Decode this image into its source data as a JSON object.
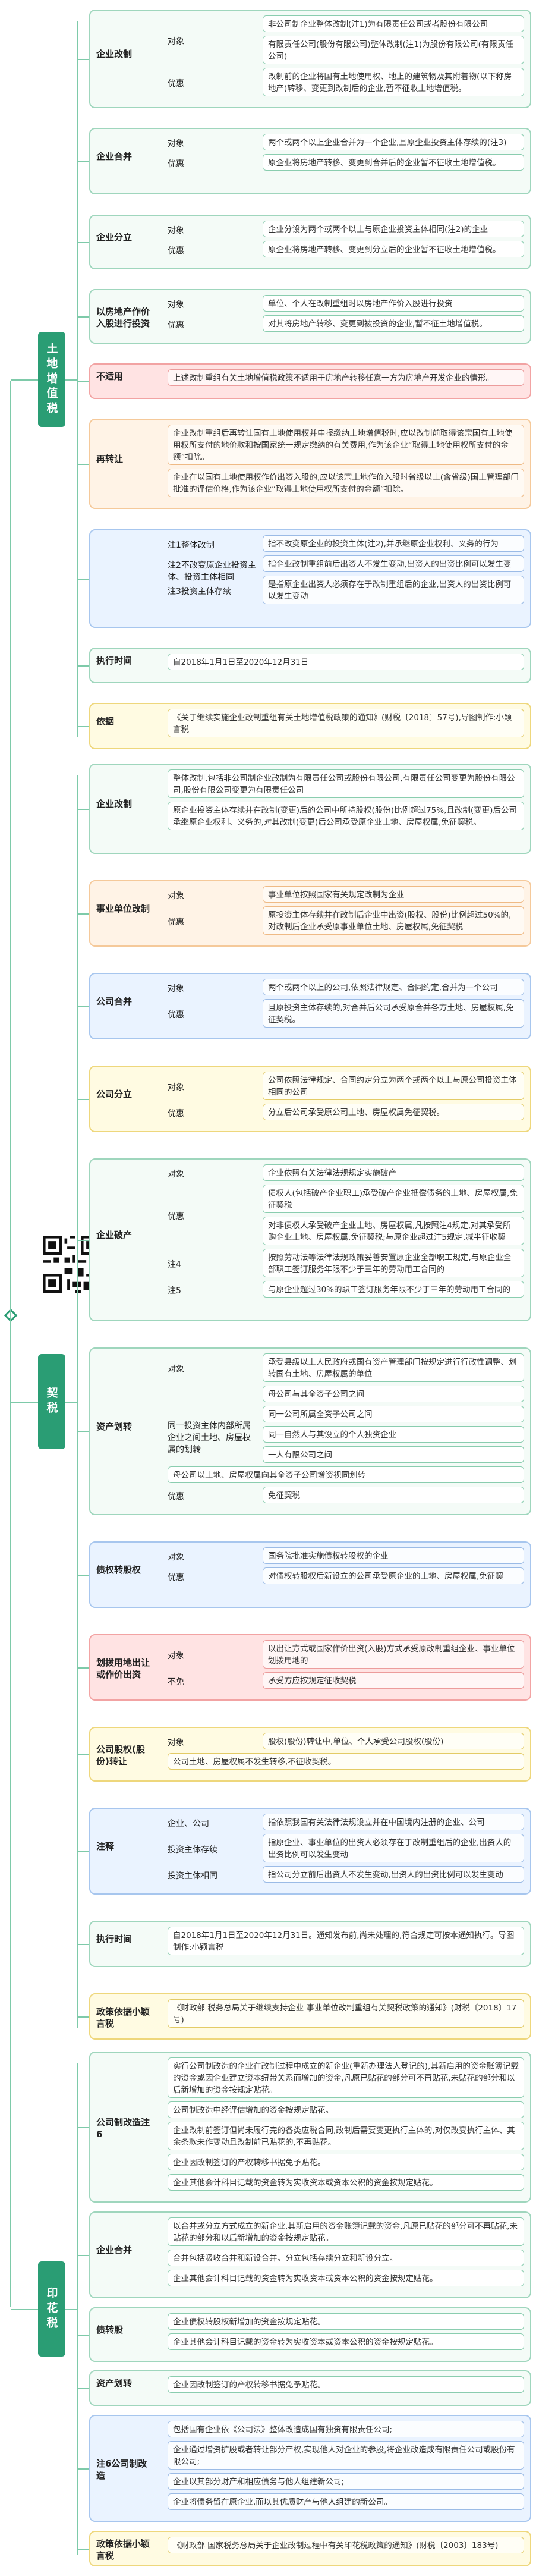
{
  "title_root": "",
  "taxes": [
    {
      "name": "土地增值税",
      "blocks": [
        {
          "label": "企业改制",
          "color": "green",
          "items": [
            {
              "role": "对象",
              "texts": [
                "非公司制企业整体改制(注1)为有限责任公司或者股份有限公司",
                "有限责任公司(股份有限公司)整体改制(注1)为股份有限公司(有限责任公司)"
              ]
            },
            {
              "role": "优惠",
              "texts": [
                "改制前的企业将国有土地使用权、地上的建筑物及其附着物(以下称房地产)转移、变更到改制后的企业,暂不征收土地增值税。"
              ]
            }
          ]
        },
        {
          "label": "企业合并",
          "color": "green",
          "items": [
            {
              "role": "对象",
              "texts": [
                "两个或两个以上企业合并为一个企业,且原企业投资主体存续的(注3)"
              ]
            },
            {
              "role": "优惠",
              "texts": [
                "原企业将房地产转移、变更到合并后的企业暂不征收土地增值税。"
              ]
            }
          ]
        },
        {
          "label": "企业分立",
          "color": "green",
          "items": [
            {
              "role": "对象",
              "texts": [
                "企业分设为两个或两个以上与原企业投资主体相同(注2)的企业"
              ]
            },
            {
              "role": "优惠",
              "texts": [
                "原企业将房地产转移、变更到分立后的企业暂不征收土地增值税。"
              ]
            }
          ]
        },
        {
          "label": "以房地产作价入股进行投资",
          "color": "green",
          "items": [
            {
              "role": "对象",
              "texts": [
                "单位、个人在改制重组时以房地产作价入股进行投资"
              ]
            },
            {
              "role": "优惠",
              "texts": [
                "对其将房地产转移、变更到被投资的企业,暂不征土地增值税。"
              ]
            }
          ]
        },
        {
          "label": "不适用",
          "color": "pink",
          "items": [
            {
              "role": "",
              "texts": [
                "上述改制重组有关土地增值税政策不适用于房地产转移任意一方为房地产开发企业的情形。"
              ]
            }
          ]
        },
        {
          "label": "再转让",
          "color": "peach",
          "items": [
            {
              "role": "",
              "texts": [
                "企业改制重组后再转让国有土地使用权并申报缴纳土地增值税时,应以改制前取得该宗国有土地使用权所支付的地价款和按国家统一规定缴纳的有关费用,作为该企业“取得土地使用权所支付的金额”扣除。",
                "企业在以国有土地使用权作价出资入股的,应以该宗土地作价入股时省级以上(含省级)国土管理部门批准的评估价格,作为该企业“取得土地使用权所支付的金额”扣除。"
              ]
            }
          ]
        },
        {
          "label": "",
          "color": "blue",
          "items": [
            {
              "role": "注1整体改制",
              "texts": [
                "指不改变原企业的投资主体(注2),并承继原企业权利、义务的行为"
              ]
            },
            {
              "role": "注2不改变原企业投资主体、投资主体相同",
              "texts": [
                "指企业改制重组前后出资人不发生变动,出资人的出资比例可以发生变动"
              ]
            },
            {
              "role": "注3投资主体存续",
              "texts": [
                "是指原企业出资人必须存在于改制重组后的企业,出资人的出资比例可以发生变动"
              ]
            }
          ]
        },
        {
          "label": "执行时间",
          "color": "green",
          "items": [
            {
              "role": "",
              "texts": [
                "自2018年1月1日至2020年12月31日"
              ]
            }
          ]
        },
        {
          "label": "依据",
          "color": "yellow",
          "items": [
            {
              "role": "",
              "texts": [
                "《关于继续实施企业改制重组有关土地增值税政策的通知》(财税〔2018〕57号),导图制作:小颖言税"
              ]
            }
          ]
        }
      ]
    },
    {
      "name": "契税",
      "blocks": [
        {
          "label": "企业改制",
          "color": "green",
          "items": [
            {
              "role": "",
              "texts": [
                "整体改制,包括非公司制企业改制为有限责任公司或股份有限公司,有限责任公司变更为股份有限公司,股份有限公司变更为有限责任公司",
                "原企业投资主体存续并在改制(变更)后的公司中所持股权(股份)比例超过75%,且改制(变更)后公司承继原企业权利、义务的,对其改制(变更)后公司承受原企业土地、房屋权属,免征契税。"
              ]
            }
          ]
        },
        {
          "label": "事业单位改制",
          "color": "peach",
          "items": [
            {
              "role": "对象",
              "texts": [
                "事业单位按照国家有关规定改制为企业"
              ]
            },
            {
              "role": "优惠",
              "texts": [
                "原投资主体存续并在改制后企业中出资(股权、股份)比例超过50%的,对改制后企业承受原事业单位土地、房屋权属,免征契税"
              ]
            }
          ]
        },
        {
          "label": "公司合并",
          "color": "blue",
          "items": [
            {
              "role": "对象",
              "texts": [
                "两个或两个以上的公司,依照法律规定、合同约定,合并为一个公司"
              ]
            },
            {
              "role": "优惠",
              "texts": [
                "且原投资主体存续的,对合并后公司承受原合并各方土地、房屋权属,免征契税。"
              ]
            }
          ]
        },
        {
          "label": "公司分立",
          "color": "yellow",
          "items": [
            {
              "role": "对象",
              "texts": [
                "公司依照法律规定、合同约定分立为两个或两个以上与原公司投资主体相同的公司"
              ]
            },
            {
              "role": "优惠",
              "texts": [
                "分立后公司承受原公司土地、房屋权属免征契税。"
              ]
            }
          ]
        },
        {
          "label": "企业破产",
          "color": "green",
          "items": [
            {
              "role": "对象",
              "texts": [
                "企业依照有关法律法规规定实施破产"
              ]
            },
            {
              "role": "优惠",
              "texts": [
                "债权人(包括破产企业职工)承受破产企业抵偿债务的土地、房屋权属,免征契税",
                "对非债权人承受破产企业土地、房屋权属,凡按照注4规定,对其承受所购企业土地、房屋权属,免征契税;与原企业超过注5规定,减半征收契税。"
              ]
            },
            {
              "role": "注4",
              "texts": [
                "按照劳动法等法律法规政策妥善安置原企业全部职工规定,与原企业全部职工签订服务年限不少于三年的劳动用工合同的"
              ]
            },
            {
              "role": "注5",
              "texts": [
                "与原企业超过30%的职工签订服务年限不少于三年的劳动用工合同的"
              ]
            }
          ]
        },
        {
          "label": "资产划转",
          "color": "green",
          "items": [
            {
              "role": "对象",
              "texts": [
                "承受县级以上人民政府或国有资产管理部门按规定进行行政性调整、划转国有土地、房屋权属的单位"
              ]
            },
            {
              "role": "同一投资主体内部所属企业之间土地、房屋权属的划转",
              "texts": [
                "母公司与其全资子公司之间",
                "同一公司所属全资子公司之间",
                "同一自然人与其设立的个人独资企业",
                "一人有限公司之间"
              ]
            },
            {
              "role": "",
              "texts": [
                "母公司以土地、房屋权属向其全资子公司增资视同划转"
              ]
            },
            {
              "role": "优惠",
              "texts": [
                "免征契税"
              ]
            }
          ]
        },
        {
          "label": "债权转股权",
          "color": "blue",
          "items": [
            {
              "role": "对象",
              "texts": [
                "国务院批准实施债权转股权的企业"
              ]
            },
            {
              "role": "优惠",
              "texts": [
                "对债权转股权后新设立的公司承受原企业的土地、房屋权属,免征契税。"
              ]
            }
          ]
        },
        {
          "label": "划拨用地出让或作价出资",
          "color": "pink",
          "items": [
            {
              "role": "对象",
              "texts": [
                "以出让方式或国家作价出资(入股)方式承受原改制重组企业、事业单位划拨用地的"
              ]
            },
            {
              "role": "不免",
              "texts": [
                "承受方应按规定征收契税"
              ]
            }
          ]
        },
        {
          "label": "公司股权(股份)转让",
          "color": "yellow",
          "items": [
            {
              "role": "对象",
              "texts": [
                "股权(股份)转让中,单位、个人承受公司股权(股份)"
              ]
            },
            {
              "role": "",
              "texts": [
                "公司土地、房屋权属不发生转移,不征收契税。"
              ]
            }
          ]
        },
        {
          "label": "注释",
          "color": "blue",
          "items": [
            {
              "role": "企业、公司",
              "texts": [
                "指依照我国有关法律法规设立并在中国境内注册的企业、公司"
              ]
            },
            {
              "role": "投资主体存续",
              "texts": [
                "指原企业、事业单位的出资人必须存在于改制重组后的企业,出资人的出资比例可以发生变动"
              ]
            },
            {
              "role": "投资主体相同",
              "texts": [
                "指公司分立前后出资人不发生变动,出资人的出资比例可以发生变动"
              ]
            }
          ]
        },
        {
          "label": "执行时间",
          "color": "green",
          "items": [
            {
              "role": "",
              "texts": [
                "自2018年1月1日至2020年12月31日。通知发布前,尚未处理的,符合规定可按本通知执行。导图制作:小颖言税"
              ]
            }
          ]
        },
        {
          "label": "政策依据小颖言税",
          "color": "yellow",
          "items": [
            {
              "role": "",
              "texts": [
                "《财政部 税务总局关于继续支持企业 事业单位改制重组有关契税政策的通知》(财税〔2018〕17号)"
              ]
            }
          ]
        }
      ]
    },
    {
      "name": "印花税",
      "blocks": [
        {
          "label": "公司制改造注6",
          "color": "green",
          "items": [
            {
              "role": "",
              "texts": [
                "实行公司制改造的企业在改制过程中成立的新企业(重新办理法人登记的),其新启用的资金账簿记载的资金或因企业建立资本纽带关系而增加的资金,凡原已贴花的部分可不再贴花,未贴花的部分和以后新增加的资金按规定贴花。",
                "公司制改造中经评估增加的资金按规定贴花。",
                "企业改制前签订但尚未履行完的各类应税合同,改制后需要变更执行主体的,对仅改变执行主体、其余条款未作变动且改制前已贴花的,不再贴花。",
                "企业因改制签订的产权转移书据免予贴花。",
                "企业其他会计科目记载的资金转为实收资本或资本公积的资金按规定贴花。"
              ]
            }
          ]
        },
        {
          "label": "企业合并",
          "color": "green",
          "items": [
            {
              "role": "",
              "texts": [
                "以合并或分立方式成立的新企业,其新启用的资金账簿记载的资金,凡原已贴花的部分可不再贴花,未贴花的部分和以后新增加的资金按规定贴花。",
                "合并包括吸收合并和新设合并。分立包括存续分立和新设分立。",
                "企业其他会计科目记载的资金转为实收资本或资本公积的资金按规定贴花。"
              ]
            }
          ]
        },
        {
          "label": "债转股",
          "color": "green",
          "items": [
            {
              "role": "",
              "texts": [
                "企业债权转股权新增加的资金按规定贴花。",
                "企业其他会计科目记载的资金转为实收资本或资本公积的资金按规定贴花。"
              ]
            }
          ]
        },
        {
          "label": "资产划转",
          "color": "green",
          "items": [
            {
              "role": "",
              "texts": [
                "企业因改制签订的产权转移书据免予贴花。"
              ]
            }
          ]
        },
        {
          "label": "注6公司制改造",
          "color": "blue",
          "items": [
            {
              "role": "",
              "texts": [
                "包括国有企业依《公司法》整体改造成国有独资有限责任公司;",
                "企业通过增资扩股或者转让部分产权,实现他人对企业的参股,将企业改造成有限责任公司或股份有限公司;",
                "企业以其部分财产和相应债务与他人组建新公司;",
                "企业将债务留在原企业,而以其优质财产与他人组建的新公司。"
              ]
            }
          ]
        },
        {
          "label": "政策依据小颖言税",
          "color": "yellow",
          "items": [
            {
              "role": "",
              "texts": [
                "《财政部 国家税务总局关于企业改制过程中有关印花税政策的通知》(财税〔2003〕183号)"
              ]
            }
          ]
        }
      ]
    }
  ]
}
